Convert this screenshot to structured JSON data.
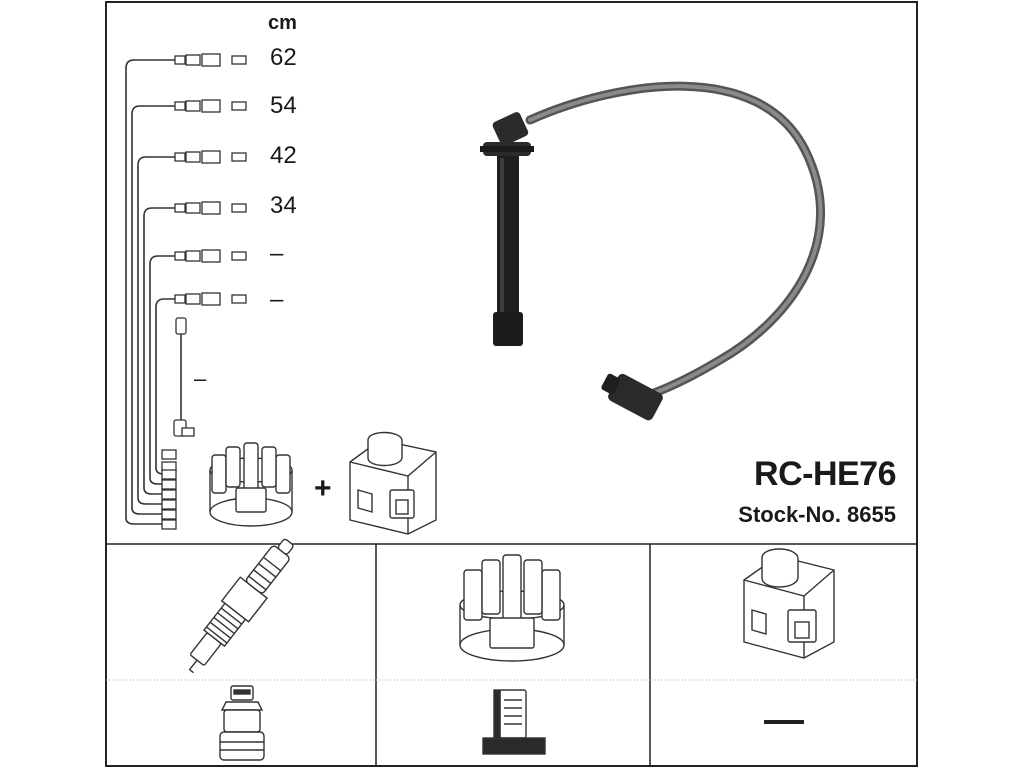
{
  "header": {
    "unit_label": "cm",
    "lengths": [
      "62",
      "54",
      "42",
      "34",
      "–",
      "–"
    ],
    "coil_lead_length": "–",
    "plus_sign": "+"
  },
  "product": {
    "model": "RC-HE76",
    "stock_number": "Stock-No. 8655"
  },
  "grid": {
    "cells": [
      {
        "name": "spark-plug-icon"
      },
      {
        "name": "distributor-cap-icon"
      },
      {
        "name": "ignition-coil-icon"
      },
      {
        "name": "plug-connector-icon"
      },
      {
        "name": "distributor-connector-icon"
      },
      {
        "name": "coil-connector-none",
        "text": "—"
      }
    ]
  }
}
